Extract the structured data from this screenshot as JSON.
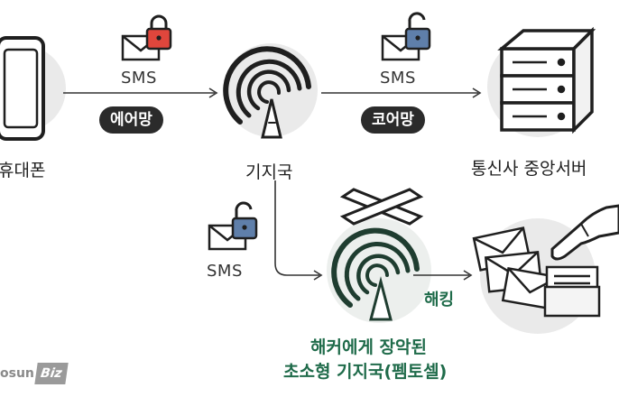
{
  "nodes": {
    "phone": "휴대폰",
    "tower": "기지국",
    "server": "통신사 중앙서버",
    "femtocell_line1": "해커에게 장악된",
    "femtocell_line2": "초소형 기지국(펨토셀)"
  },
  "links": {
    "air_network": "에어망",
    "core_network": "코어망",
    "hacking": "해킹"
  },
  "messages": {
    "sms_1": "SMS",
    "sms_2": "SMS",
    "sms_3": "SMS"
  },
  "watermark": {
    "prefix": "osun",
    "suffix": "Biz"
  },
  "colors": {
    "ink": "#1f1f1f",
    "lock_red": "#e0463c",
    "lock_blue": "#5f7faa",
    "hacked_green": "#1f6b4a",
    "halo": "#e8e8e8"
  }
}
